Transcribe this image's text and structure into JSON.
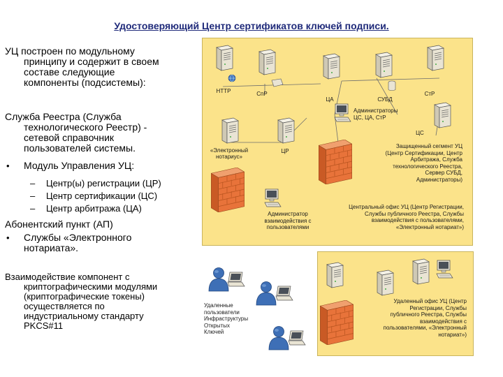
{
  "title": "Удостоверяющий Центр сертификатов ключей подписи.",
  "left": {
    "intro": [
      "УЦ построен по модульному",
      "принципу и содержит в своем",
      "составе следующие",
      "компоненты (подсистемы):"
    ],
    "registry": [
      "Служба Реестра (Служба",
      "технологического Реестр) -",
      "сетевой справочник",
      "пользователей системы."
    ],
    "bullet_module": "Модуль Управления УЦ:",
    "sub_items": [
      "Центр(ы) регистрации (ЦР)",
      "Центр сертификации (ЦС)",
      "Центр арбитража (ЦА)"
    ],
    "subscriber": "Абонентский пункт (АП)",
    "bullet_services": [
      "Службы «Электронного",
      "нотариата»."
    ],
    "interaction": [
      "Взаимодействие компонент с",
      "криптографическими модулями",
      "(криптографические токены)",
      "осуществляется по",
      "индустриальному стандарту",
      "PKCS#11"
    ],
    "bullet_char": "•",
    "dash_char": "–"
  },
  "top_panel": {
    "servers": {
      "http": "HTTP",
      "spr": "СпР",
      "ca": "ЦА",
      "subd": "СУБД",
      "str": "СтР",
      "cs": "ЦС",
      "cr": "ЦР"
    },
    "notary": [
      "«Электронный",
      "нотариус»"
    ],
    "admins_top": [
      "Администраторы",
      "ЦС, ЦА, СтР"
    ],
    "secure_segment": [
      "Защищенный сегмент УЦ",
      "(Центр Сертификации, Центр",
      "Арбитража, Служба",
      "технологического Реестра,",
      "Сервер СУБД,",
      "Администраторы)"
    ],
    "admin_interaction": [
      "Администратор",
      "взаимодействия с",
      "пользователями"
    ],
    "central_office": [
      "Центральный офис УЦ (Центр Регистрации,",
      "Службы публичного Реестра, Службы",
      "взаимодействия с пользователями,",
      "«Электронный нотариат»)"
    ]
  },
  "bottom_panel": {
    "remote_users": [
      "Удаленные",
      "пользователи",
      "Инфраструктуры",
      "Открытых",
      "Ключей"
    ],
    "remote_office": [
      "Удаленный офис УЦ (Центр",
      "Регистрации, Службы",
      "публичного Реестра, Службы",
      "взаимодействия с",
      "пользователями, «Электронный",
      "нотариат»)"
    ]
  },
  "colors": {
    "panel": "#fbe38a",
    "title": "#1f2a7a",
    "wall": "#e8733a",
    "server": "#e9e4d4",
    "user": "#3e6fb6"
  }
}
